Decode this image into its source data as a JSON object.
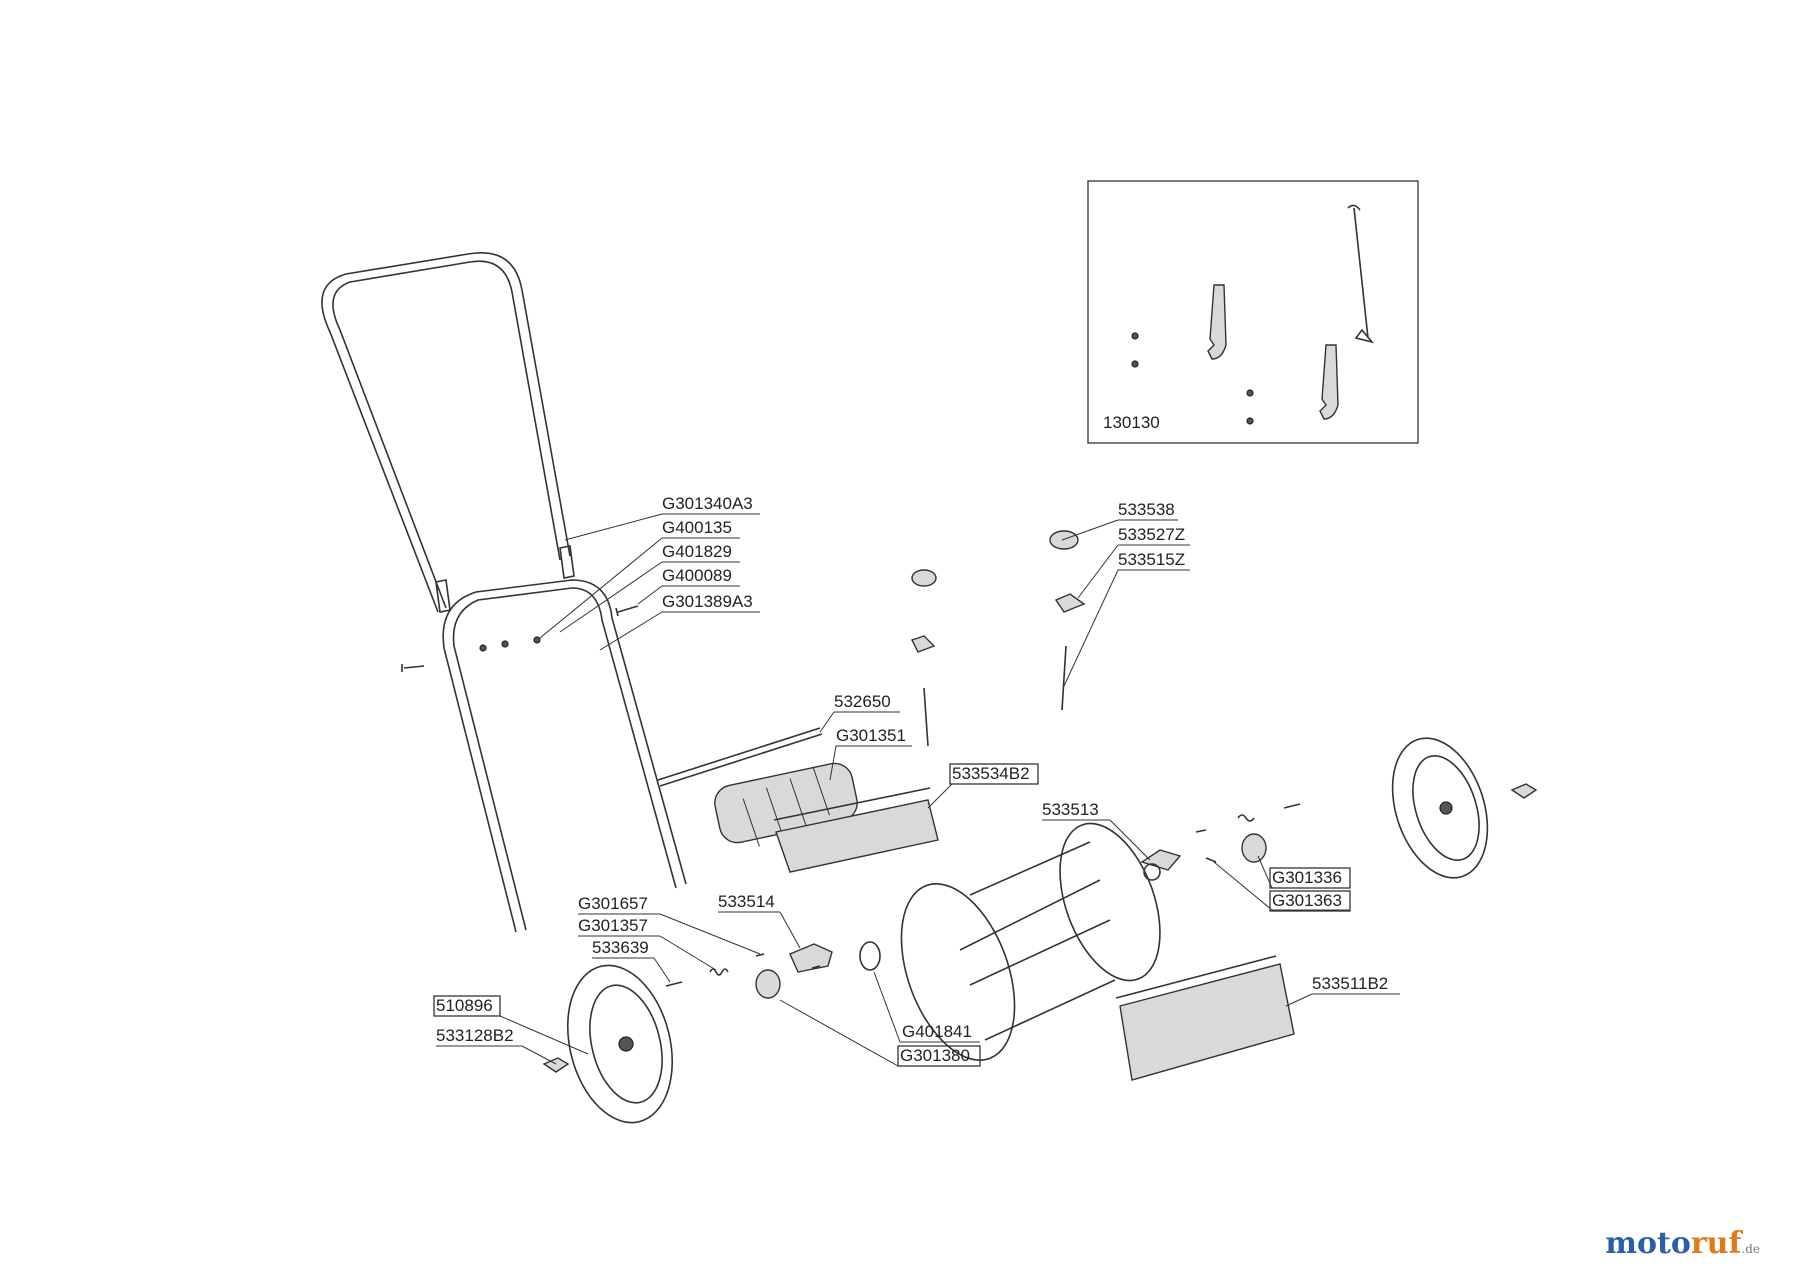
{
  "diagram": {
    "inset_part_number": "130130",
    "labels": [
      {
        "id": "G301340A3",
        "text": "G301340A3",
        "boxed": false
      },
      {
        "id": "G400135",
        "text": "G400135",
        "boxed": false
      },
      {
        "id": "G401829",
        "text": "G401829",
        "boxed": false
      },
      {
        "id": "G400089",
        "text": "G400089",
        "boxed": false
      },
      {
        "id": "G301389A3",
        "text": "G301389A3",
        "boxed": false
      },
      {
        "id": "533538",
        "text": "533538",
        "boxed": false
      },
      {
        "id": "533527Z",
        "text": "533527Z",
        "boxed": false
      },
      {
        "id": "533515Z",
        "text": "533515Z",
        "boxed": false
      },
      {
        "id": "532650",
        "text": "532650",
        "boxed": false
      },
      {
        "id": "G301351",
        "text": "G301351",
        "boxed": false
      },
      {
        "id": "533534B2",
        "text": "533534B2",
        "boxed": true
      },
      {
        "id": "533513",
        "text": "533513",
        "boxed": false
      },
      {
        "id": "G301336",
        "text": "G301336",
        "boxed": true
      },
      {
        "id": "G301363",
        "text": "G301363",
        "boxed": true
      },
      {
        "id": "G301657",
        "text": "G301657",
        "boxed": false
      },
      {
        "id": "G301357",
        "text": "G301357",
        "boxed": false
      },
      {
        "id": "533514",
        "text": "533514",
        "boxed": false
      },
      {
        "id": "533639",
        "text": "533639",
        "boxed": false
      },
      {
        "id": "510896",
        "text": "510896",
        "boxed": true
      },
      {
        "id": "533128B2",
        "text": "533128B2",
        "boxed": false
      },
      {
        "id": "G401841",
        "text": "G401841",
        "boxed": false
      },
      {
        "id": "G301380",
        "text": "G301380",
        "boxed": true
      },
      {
        "id": "533511B2",
        "text": "533511B2",
        "boxed": false
      }
    ]
  },
  "brand": {
    "part1": "moto",
    "part2": "ruf",
    "tld": ".de"
  }
}
